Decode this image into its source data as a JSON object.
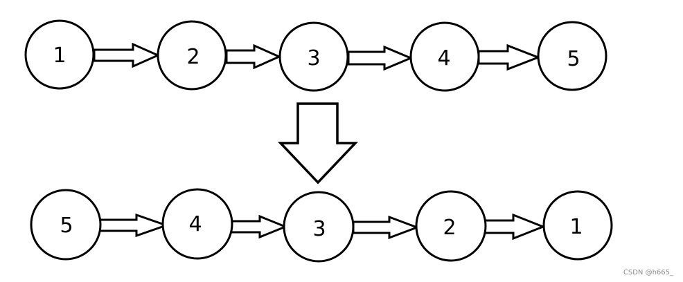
{
  "diagram": {
    "top_row": {
      "nodes": [
        "1",
        "2",
        "3",
        "4",
        "5"
      ]
    },
    "bottom_row": {
      "nodes": [
        "5",
        "4",
        "3",
        "2",
        "1"
      ]
    }
  },
  "watermark": {
    "text": "CSDN @h665_"
  }
}
